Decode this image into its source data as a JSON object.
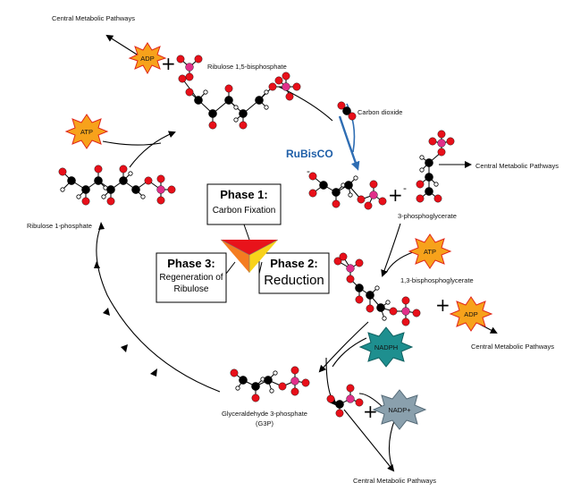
{
  "phases": {
    "phase1": {
      "title": "Phase 1:",
      "subtitle": "Carbon Fixation"
    },
    "phase2": {
      "title": "Phase 2:",
      "subtitle": "Reduction"
    },
    "phase3": {
      "title": "Phase 3:",
      "subtitle_line1": "Regeneration of",
      "subtitle_line2": "Ribulose"
    }
  },
  "enzyme": "RuBisCO",
  "molecules": {
    "rubp": "Ribulose 1,5-bisphosphate",
    "co2": "Carbon dioxide",
    "pga": "3-phosphoglycerate",
    "bpg": "1,3-bisphosphoglycerate",
    "g3p_line1": "Glyceraldehyde 3-phosphate",
    "g3p_line2": "(G3P)",
    "ru1p": "Ribulose 1-phosphate"
  },
  "cofactors": {
    "adp_top": "ADP",
    "atp_left": "ATP",
    "atp_right": "ATP",
    "adp_right": "ADP",
    "nadph": "NADPH",
    "nadp_plus": "NADP+"
  },
  "outputs": {
    "top_left": "Central Metabolic Pathways",
    "right_top": "Central Metabolic Pathways",
    "right_mid": "Central Metabolic Pathways",
    "bottom": "Central Metabolic Pathways"
  },
  "symbols": {
    "plus": "+",
    "minus": "-"
  },
  "colors": {
    "carbon": "#000000",
    "oxygen": "#e8101a",
    "phosphorus": "#e0308a",
    "hydrogen": "#ffffff",
    "atp_star": "#f7a21b",
    "nadph_star": "#1e8f8f",
    "enzyme_arrow": "#2e6db3",
    "triangle_red": "#e8131b",
    "triangle_orange": "#f47c20",
    "triangle_yellow": "#f8d21a"
  }
}
